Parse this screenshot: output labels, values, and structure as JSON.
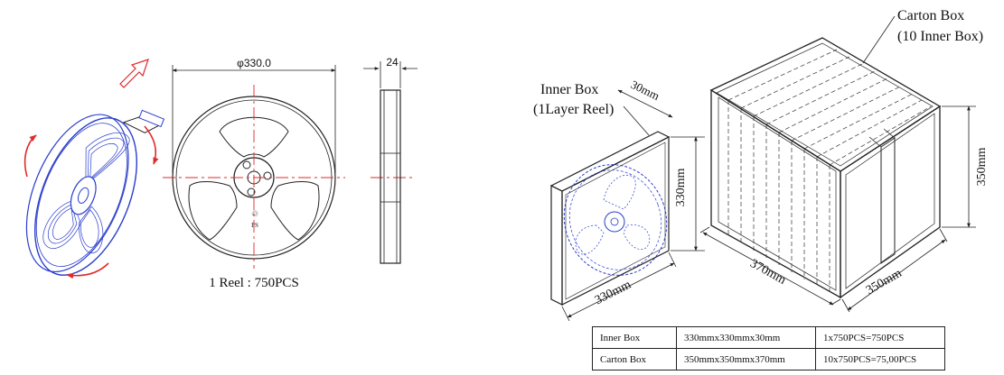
{
  "reel": {
    "diameter_label": "φ330.0",
    "width_label": "24",
    "quantity_label": "1 Reel : 750PCS"
  },
  "carton": {
    "title_line1": "Carton Box",
    "title_line2": "(10 Inner Box)",
    "height_dim": "350mm",
    "length_dim": "370mm",
    "width_dim": "350mm"
  },
  "inner": {
    "title_line1": "Inner Box",
    "title_line2": "(1Layer Reel)",
    "thickness_dim": "30mm",
    "height_dim": "330mm",
    "width_dim": "330mm"
  },
  "spec_table": {
    "rows": [
      [
        "Inner Box",
        "330mmx330mmx30mm",
        "1x750PCS=750PCS"
      ],
      [
        "Carton Box",
        "350mmx350mmx370mm",
        "10x750PCS=75,00PCS"
      ]
    ]
  },
  "colors": {
    "reel_blue": "#2a3dcc",
    "accent_red": "#e02a2a",
    "line": "#222222"
  }
}
